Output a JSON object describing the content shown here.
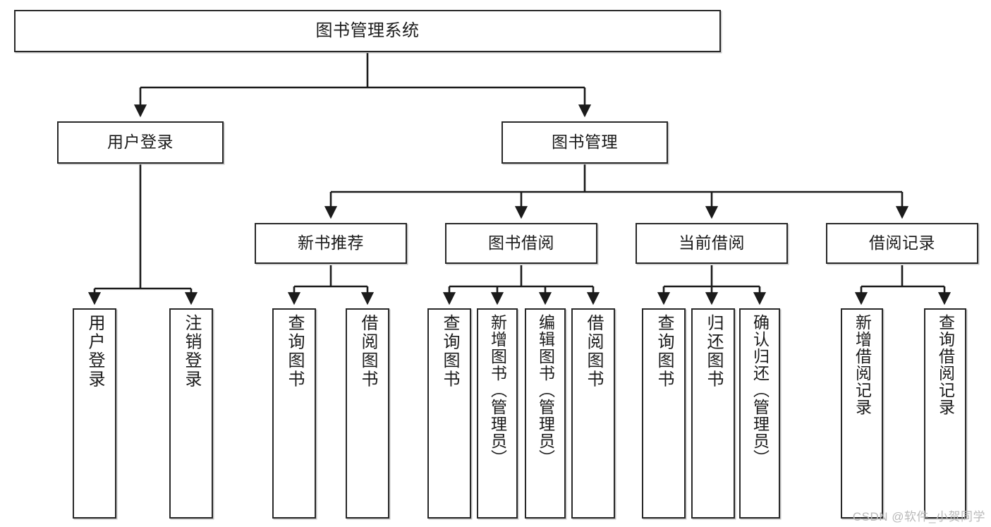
{
  "diagram": {
    "title_node": {
      "id": "root",
      "label": "图书管理系统"
    },
    "level2": [
      {
        "id": "user-login",
        "label": "用户登录"
      },
      {
        "id": "book-management",
        "label": "图书管理"
      }
    ],
    "level3": [
      {
        "id": "new-book-recommend",
        "label": "新书推荐"
      },
      {
        "id": "book-borrow",
        "label": "图书借阅"
      },
      {
        "id": "current-borrow",
        "label": "当前借阅"
      },
      {
        "id": "borrow-record",
        "label": "借阅记录"
      }
    ],
    "leaves": [
      {
        "id": "leaf-user-login",
        "label": "用户登录"
      },
      {
        "id": "leaf-logout-login",
        "label": "注销登录"
      },
      {
        "id": "leaf-query-book-1",
        "label": "查询图书"
      },
      {
        "id": "leaf-borrow-book-1",
        "label": "借阅图书"
      },
      {
        "id": "leaf-query-book-2",
        "label": "查询图书"
      },
      {
        "id": "leaf-add-book-admin",
        "label": "新增图书（管理员）"
      },
      {
        "id": "leaf-edit-book-admin",
        "label": "编辑图书（管理员）"
      },
      {
        "id": "leaf-borrow-book-2",
        "label": "借阅图书"
      },
      {
        "id": "leaf-query-book-3",
        "label": "查询图书"
      },
      {
        "id": "leaf-return-book",
        "label": "归还图书"
      },
      {
        "id": "leaf-confirm-return-admin",
        "label": "确认归还（管理员）"
      },
      {
        "id": "leaf-add-borrow-record",
        "label": "新增借阅记录"
      },
      {
        "id": "leaf-query-borrow-record",
        "label": "查询借阅记录"
      }
    ]
  },
  "watermark": {
    "text": "CSDN @软件_小贺同学"
  },
  "colors": {
    "background": "#ffffff",
    "border": "#282828",
    "text": "#1b1b1b",
    "connector": "#1b1b1b",
    "watermark": "#b9b9b9"
  }
}
